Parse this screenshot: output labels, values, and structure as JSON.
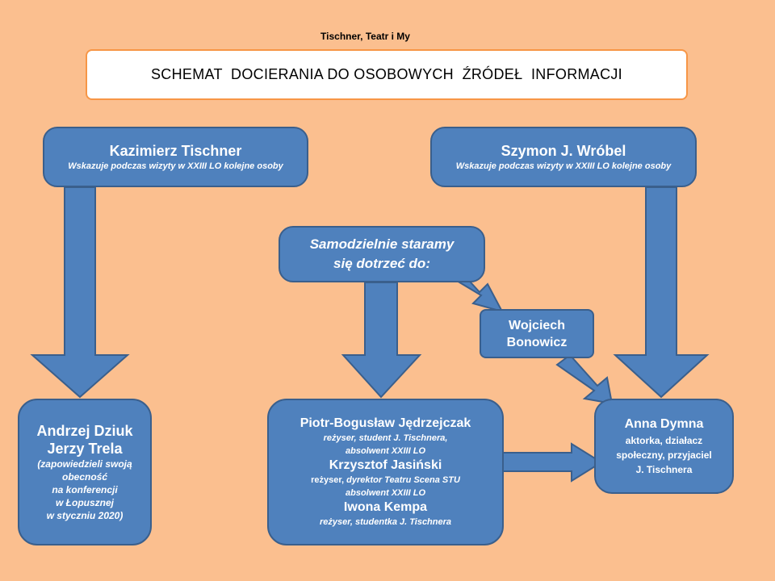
{
  "header": {
    "label": "Tischner, Teatr i My",
    "title": "SCHEMAT  DOCIERANIA DO OSOBOWYCH  ŹRÓDEŁ  INFORMACJI"
  },
  "nodes": {
    "tischner": {
      "name": "Kazimierz Tischner",
      "desc": "Wskazuje podczas wizyty w XXIII LO kolejne osoby"
    },
    "wrobel": {
      "name": "Szymon J. Wróbel",
      "desc": "Wskazuje podczas wizyty w XXIII LO kolejne osoby"
    },
    "self": {
      "line1": "Samodzielnie staramy",
      "line2": "się  dotrzeć  do:"
    },
    "bonowicz": {
      "line1": "Wojciech",
      "line2": "Bonowicz"
    },
    "dziuk": {
      "name1": "Andrzej Dziuk",
      "name2": "Jerzy Trela",
      "lines": [
        "(zapowiedzieli swoją",
        "obecność",
        "na konferencji",
        "w Łopusznej",
        "w styczniu 2020)"
      ]
    },
    "group": {
      "p1": "Piotr-Bogusław Jędrzejczak",
      "p1d1": "reżyser, student J. Tischnera,",
      "p1d2": "absolwent XXIII LO",
      "p2": "Krzysztof Jasiński",
      "p2d1a": "reżyser, ",
      "p2d1b": "dyrektor Teatru  Scena STU",
      "p2d2": "absolwent XXIII LO",
      "p3": "Iwona Kempa",
      "p3d": "reżyser, studentka  J. Tischnera"
    },
    "dymna": {
      "name": "Anna Dymna",
      "lines": [
        "aktorka, działacz",
        "społeczny, przyjaciel",
        "J. Tischnera"
      ]
    }
  },
  "colors": {
    "background": "#fbbf8f",
    "box": "#4f81bd",
    "border": "#3a5f8c",
    "title_border": "#f79646"
  }
}
